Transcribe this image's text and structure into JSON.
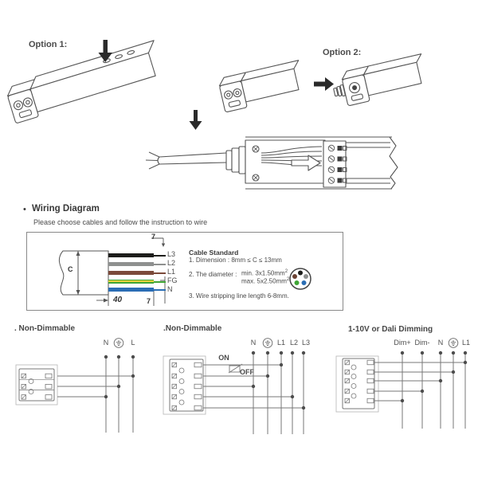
{
  "top": {
    "option1": "Option 1:",
    "option2": "Option 2:"
  },
  "wiring": {
    "bullet": "•",
    "title": "Wiring Diagram",
    "subtitle": "Please choose cables and follow the instruction to wire",
    "cable": {
      "dim_c": "C",
      "dim_top": "7",
      "dim_bottom_left": "40",
      "dim_bottom_right": "7",
      "wire_labels": [
        "L3",
        "L2",
        "L1",
        "FG",
        "N"
      ],
      "wire_colors": [
        "#1d1d1b",
        "#8e908f",
        "#7b4a3a",
        "#3fa535",
        "#2a6db4"
      ],
      "fg_stripe": "#e8d23c"
    },
    "standard": {
      "heading": "Cable Standard",
      "item1": "1. Dimension : 8mm ≤ C ≤ 13mm",
      "item2_label": "2. The diameter :",
      "item2_min": "min. 3x1.50mm",
      "item2_max": "max. 5x2.50mm",
      "sup": "2",
      "item3": "3. Wire stripping line length 6-8mm.",
      "core_colors": [
        "#1d1d1b",
        "#6b4233",
        "#8e908f",
        "#3fa535",
        "#2a6db4"
      ]
    }
  },
  "schematics": {
    "s1": {
      "title": ". Non-Dimmable",
      "n": "N",
      "l": "L"
    },
    "s2": {
      "title": ".Non-Dimmable",
      "on": "ON",
      "off": "OFF",
      "n": "N",
      "l1": "L1",
      "l2": "L2",
      "l3": "L3"
    },
    "s3": {
      "title": "1-10V or Dali Dimming",
      "dim_plus": "Dim+",
      "dim_minus": "Dim-",
      "n": "N",
      "l1": "L1"
    }
  }
}
